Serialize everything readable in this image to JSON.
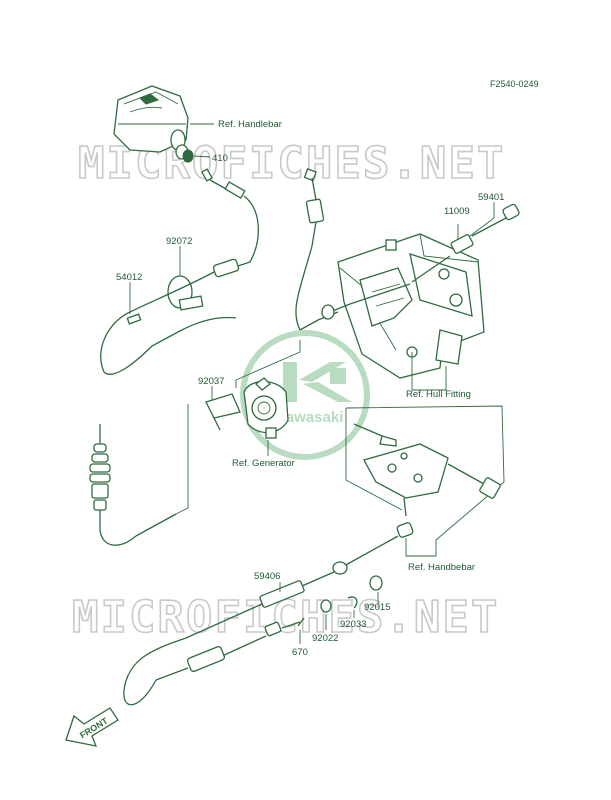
{
  "figure_code": "F2540-0249",
  "watermark": {
    "top": "MICROFICHES.NET",
    "bottom": "MICROFICHES.NET",
    "logo_text": "Kawasaki"
  },
  "direction_marker": "FRONT",
  "callouts": [
    "Ref. Handlebar",
    "410",
    "92072",
    "54012",
    "59401",
    "11009",
    "Ref. Hull Fitting",
    "92037",
    "Ref. Generator",
    "Ref. Handbebar",
    "59406",
    "92015",
    "92033",
    "92022",
    "670"
  ]
}
